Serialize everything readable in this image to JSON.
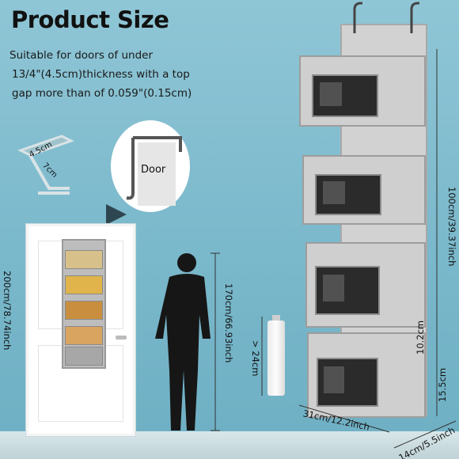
{
  "title": "Product Size",
  "description": [
    "Suitable for doors of under",
    "13/4\"(4.5cm)thickness with a top",
    "gap more than of 0.059\"(0.15cm)"
  ],
  "hook_dims": {
    "width": "4.5cm",
    "depth": "7cm"
  },
  "door_label": "Door",
  "dimensions": {
    "door_height": "200cm/78.74inch",
    "person_height": "170cm/66.93inch",
    "bottle_height": "> 24cm",
    "organizer_height": "100cm/39.37inch",
    "pocket_spacing": "10.2cm",
    "pocket_depth": "15.5cm",
    "organizer_width": "31cm/12.2inch",
    "pocket_width": "14cm/5.5inch"
  }
}
